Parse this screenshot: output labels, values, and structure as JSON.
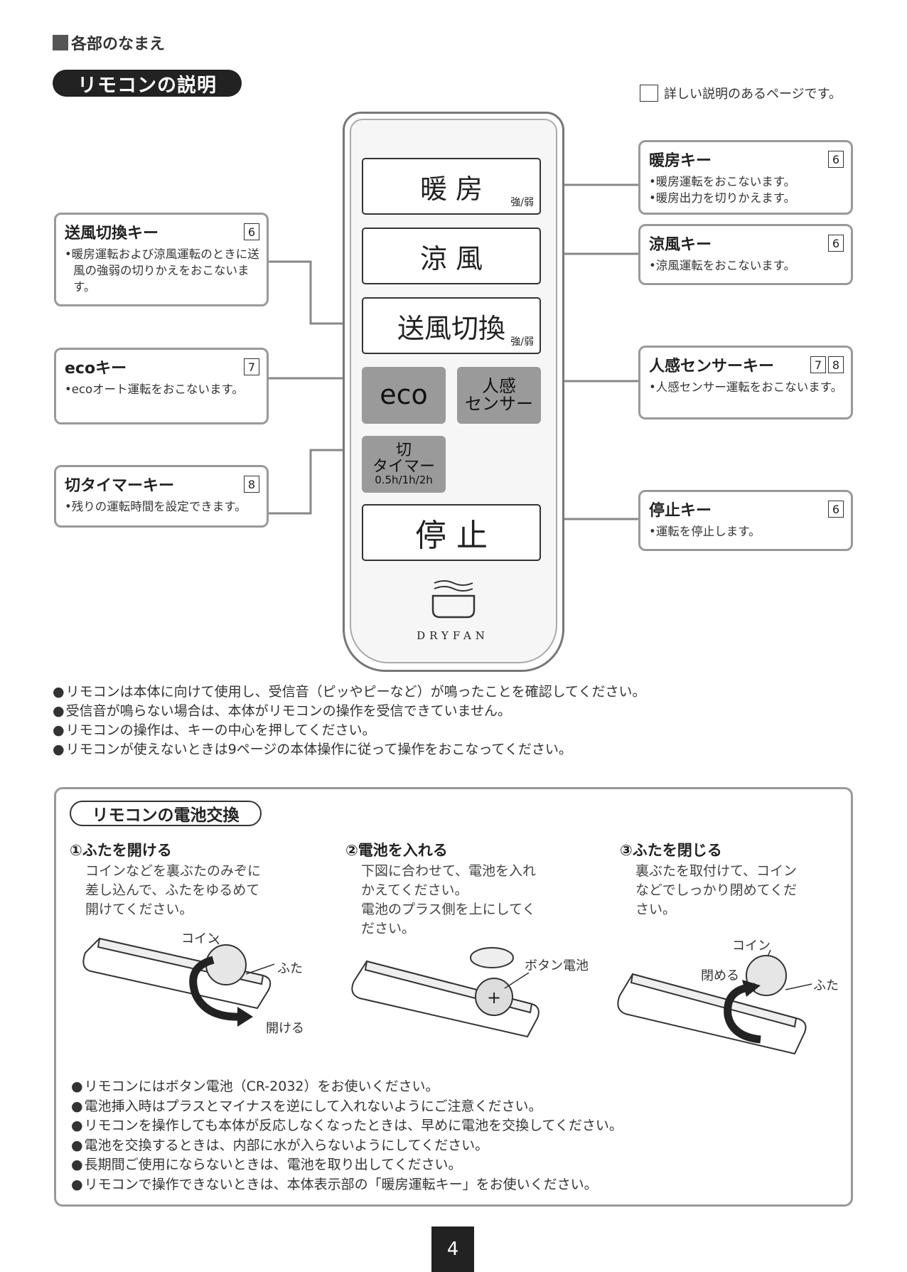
{
  "header": {
    "section": "各部のなまえ",
    "title": "リモコンの説明",
    "legend": "詳しい説明のあるページです。"
  },
  "remote": {
    "buttons": {
      "heat": {
        "label": "暖 房",
        "sub": "強/弱"
      },
      "cool": {
        "label": "涼 風"
      },
      "fan": {
        "label": "送風切換",
        "sub": "強/弱"
      },
      "eco": {
        "label": "eco"
      },
      "sensor": {
        "line1": "人感",
        "line2": "センサー"
      },
      "timer": {
        "line1": "切",
        "line2": "タイマー",
        "line3": "0.5h/1h/2h"
      },
      "stop": {
        "label": "停 止"
      }
    },
    "brand": "DRYFAN"
  },
  "callouts": {
    "heat": {
      "title": "暖房キー",
      "pages": [
        "6"
      ],
      "desc": [
        "•暖房運転をおこないます。",
        "•暖房出力を切りかえます。"
      ]
    },
    "cool": {
      "title": "涼風キー",
      "pages": [
        "6"
      ],
      "desc": [
        "•涼風運転をおこないます。"
      ]
    },
    "sensor": {
      "title": "人感センサーキー",
      "pages": [
        "7",
        "8"
      ],
      "desc": [
        "•人感センサー運転をおこないます。"
      ]
    },
    "stop": {
      "title": "停止キー",
      "pages": [
        "6"
      ],
      "desc": [
        "•運転を停止します。"
      ]
    },
    "fan": {
      "title": "送風切換キー",
      "pages": [
        "6"
      ],
      "desc": [
        "•暖房運転および涼風運転のときに送風の強弱の切りかえをおこないます。"
      ]
    },
    "eco": {
      "title": "ecoキー",
      "pages": [
        "7"
      ],
      "desc": [
        "•ecoオート運転をおこないます。"
      ]
    },
    "timer": {
      "title": "切タイマーキー",
      "pages": [
        "8"
      ],
      "desc": [
        "•残りの運転時間を設定できます。"
      ]
    }
  },
  "notes": [
    "リモコンは本体に向けて使用し、受信音（ピッやピーなど）が鳴ったことを確認してください。",
    "受信音が鳴らない場合は、本体がリモコンの操作を受信できていません。",
    "リモコンの操作は、キーの中心を押してください。",
    "リモコンが使えないときは9ページの本体操作に従って操作をおこなってください。"
  ],
  "battery": {
    "title": "リモコンの電池交換",
    "steps": [
      {
        "title": "①ふたを開ける",
        "desc": [
          "コインなどを裏ぶたのみぞに",
          "差し込んで、ふたをゆるめて",
          "開けてください。"
        ]
      },
      {
        "title": "②電池を入れる",
        "desc": [
          "下図に合わせて、電池を入れ",
          "かえてください。",
          "電池のプラス側を上にしてく",
          "ださい。"
        ]
      },
      {
        "title": "③ふたを閉じる",
        "desc": [
          "裏ぶたを取付けて、コイン",
          "などでしっかり閉めてくだ",
          "さい。"
        ]
      }
    ],
    "labels": {
      "coin1": "コイン",
      "lid1": "ふた",
      "open": "開ける",
      "button_battery": "ボタン電池",
      "coin3": "コイン",
      "close": "閉める",
      "lid3": "ふた"
    },
    "notes": [
      "リモコンにはボタン電池（CR-2032）をお使いください。",
      "電池挿入時はプラスとマイナスを逆にして入れないようにご注意ください。",
      "リモコンを操作しても本体が反応しなくなったときは、早めに電池を交換してください。",
      "電池を交換するときは、内部に水が入らないようにしてください。",
      "長期間ご使用にならないときは、電池を取り出してください。",
      "リモコンで操作できないときは、本体表示部の「暖房運転キー」をお使いください。"
    ]
  },
  "page_number": "4"
}
